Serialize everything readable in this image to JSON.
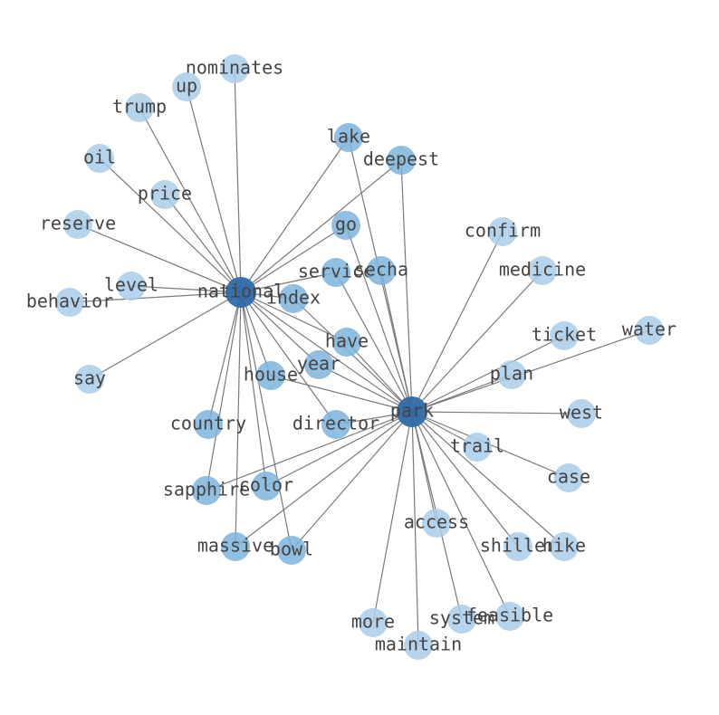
{
  "colors": {
    "hub": "#2f6aa8",
    "high": "#7db4dc",
    "low": "#a9cde9",
    "edge": "#7a7a7a",
    "label": "#444444"
  },
  "graph": {
    "hubs": [
      "national",
      "park"
    ],
    "nodes": [
      {
        "id": "national",
        "label": "national",
        "level": "hub"
      },
      {
        "id": "park",
        "label": "park",
        "level": "hub"
      },
      {
        "id": "nominates",
        "label": "nominates",
        "level": "low"
      },
      {
        "id": "up",
        "label": "up",
        "level": "low"
      },
      {
        "id": "trump",
        "label": "trump",
        "level": "low"
      },
      {
        "id": "oil",
        "label": "oil",
        "level": "low"
      },
      {
        "id": "price",
        "label": "price",
        "level": "low"
      },
      {
        "id": "reserve",
        "label": "reserve",
        "level": "low"
      },
      {
        "id": "level",
        "label": "level",
        "level": "low"
      },
      {
        "id": "behavior",
        "label": "behavior",
        "level": "low"
      },
      {
        "id": "say",
        "label": "say",
        "level": "low"
      },
      {
        "id": "lake",
        "label": "lake",
        "level": "high"
      },
      {
        "id": "deepest",
        "label": "deepest",
        "level": "high"
      },
      {
        "id": "go",
        "label": "go",
        "level": "high"
      },
      {
        "id": "service",
        "label": "service",
        "level": "high"
      },
      {
        "id": "secha",
        "label": "secha",
        "level": "high"
      },
      {
        "id": "index",
        "label": "index",
        "level": "high"
      },
      {
        "id": "have",
        "label": "have",
        "level": "high"
      },
      {
        "id": "year",
        "label": "year",
        "level": "high"
      },
      {
        "id": "house",
        "label": "house",
        "level": "high"
      },
      {
        "id": "director",
        "label": "director",
        "level": "high"
      },
      {
        "id": "country",
        "label": "country",
        "level": "high"
      },
      {
        "id": "color",
        "label": "color",
        "level": "high"
      },
      {
        "id": "sapphire",
        "label": "sapphire",
        "level": "high"
      },
      {
        "id": "massive",
        "label": "massive",
        "level": "high"
      },
      {
        "id": "bowl",
        "label": "bowl",
        "level": "high"
      },
      {
        "id": "confirm",
        "label": "confirm",
        "level": "low"
      },
      {
        "id": "medicine",
        "label": "medicine",
        "level": "low"
      },
      {
        "id": "ticket",
        "label": "ticket",
        "level": "low"
      },
      {
        "id": "water",
        "label": "water",
        "level": "low"
      },
      {
        "id": "plan",
        "label": "plan",
        "level": "low"
      },
      {
        "id": "west",
        "label": "west",
        "level": "low"
      },
      {
        "id": "trail",
        "label": "trail",
        "level": "low"
      },
      {
        "id": "case",
        "label": "case",
        "level": "low"
      },
      {
        "id": "access",
        "label": "access",
        "level": "low"
      },
      {
        "id": "shiller",
        "label": "shiller",
        "level": "low"
      },
      {
        "id": "hike",
        "label": "hike",
        "level": "low"
      },
      {
        "id": "more",
        "label": "more",
        "level": "low"
      },
      {
        "id": "maintain",
        "label": "maintain",
        "level": "low"
      },
      {
        "id": "system",
        "label": "system",
        "level": "low"
      },
      {
        "id": "feasible",
        "label": "feasible",
        "level": "low"
      }
    ],
    "edges": [
      [
        "national",
        "nominates"
      ],
      [
        "national",
        "up"
      ],
      [
        "national",
        "trump"
      ],
      [
        "national",
        "oil"
      ],
      [
        "national",
        "price"
      ],
      [
        "national",
        "reserve"
      ],
      [
        "national",
        "level"
      ],
      [
        "national",
        "behavior"
      ],
      [
        "national",
        "say"
      ],
      [
        "national",
        "lake"
      ],
      [
        "national",
        "deepest"
      ],
      [
        "national",
        "go"
      ],
      [
        "national",
        "service"
      ],
      [
        "national",
        "index"
      ],
      [
        "national",
        "have"
      ],
      [
        "national",
        "year"
      ],
      [
        "national",
        "house"
      ],
      [
        "national",
        "director"
      ],
      [
        "national",
        "country"
      ],
      [
        "national",
        "color"
      ],
      [
        "national",
        "sapphire"
      ],
      [
        "national",
        "massive"
      ],
      [
        "national",
        "bowl"
      ],
      [
        "national",
        "park"
      ],
      [
        "park",
        "lake"
      ],
      [
        "park",
        "deepest"
      ],
      [
        "park",
        "go"
      ],
      [
        "park",
        "service"
      ],
      [
        "park",
        "secha"
      ],
      [
        "park",
        "index"
      ],
      [
        "park",
        "have"
      ],
      [
        "park",
        "year"
      ],
      [
        "park",
        "house"
      ],
      [
        "park",
        "director"
      ],
      [
        "park",
        "sapphire"
      ],
      [
        "park",
        "color"
      ],
      [
        "park",
        "massive"
      ],
      [
        "park",
        "bowl"
      ],
      [
        "park",
        "confirm"
      ],
      [
        "park",
        "medicine"
      ],
      [
        "park",
        "ticket"
      ],
      [
        "park",
        "water"
      ],
      [
        "park",
        "plan"
      ],
      [
        "park",
        "west"
      ],
      [
        "park",
        "trail"
      ],
      [
        "park",
        "case"
      ],
      [
        "park",
        "access"
      ],
      [
        "park",
        "shiller"
      ],
      [
        "park",
        "hike"
      ],
      [
        "park",
        "more"
      ],
      [
        "park",
        "maintain"
      ],
      [
        "park",
        "system"
      ],
      [
        "park",
        "feasible"
      ]
    ]
  }
}
